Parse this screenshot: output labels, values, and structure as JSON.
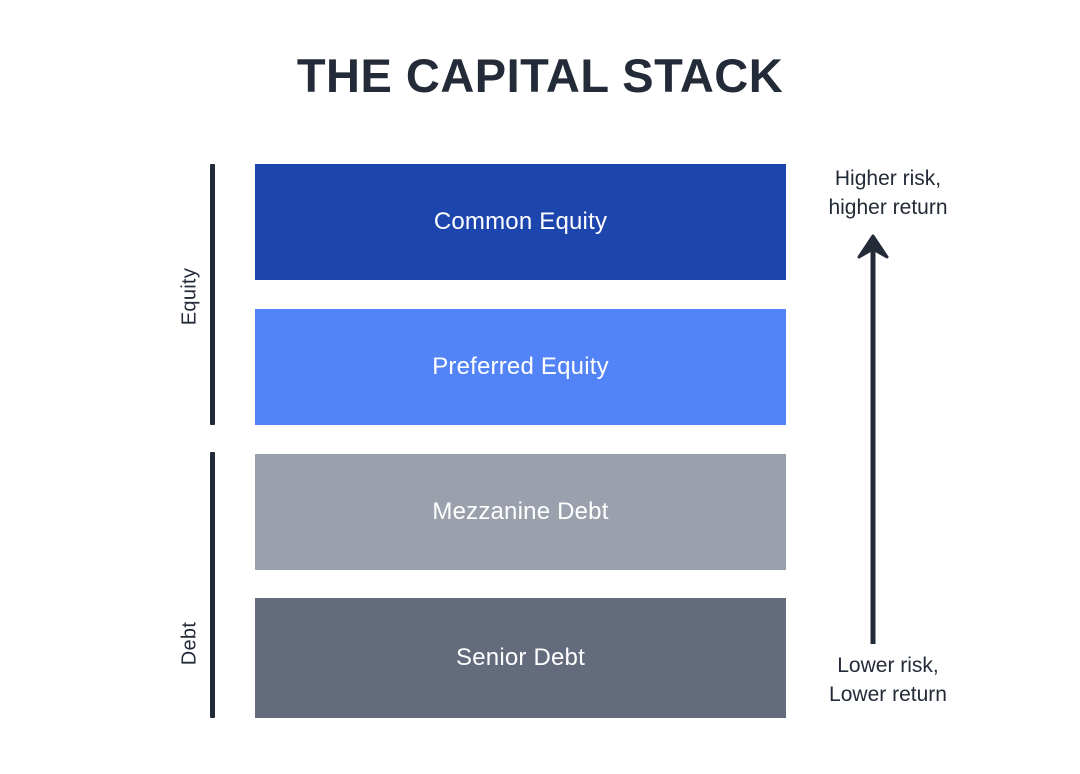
{
  "title": "THE CAPITAL STACK",
  "colors": {
    "text_dark": "#242B38",
    "common_equity": "#1C46AE",
    "preferred_equity": "#5283F7",
    "mezzanine_debt": "#9AA0AC",
    "senior_debt": "#646B7C",
    "background": "#FFFFFF",
    "bar_label": "#FFFFFF"
  },
  "chart_data": {
    "type": "bar",
    "title": "THE CAPITAL STACK",
    "orientation": "stacked-vertical",
    "categories": [
      "Common Equity",
      "Preferred Equity",
      "Mezzanine Debt",
      "Senior Debt"
    ],
    "values": [
      1,
      1,
      1,
      1
    ],
    "colors": [
      "#1C46AE",
      "#5283F7",
      "#9AA0AC",
      "#646B7C"
    ],
    "groups": [
      {
        "name": "Equity",
        "members": [
          "Common Equity",
          "Preferred Equity"
        ]
      },
      {
        "name": "Debt",
        "members": [
          "Mezzanine Debt",
          "Senior Debt"
        ]
      }
    ],
    "annotations": {
      "top": "Higher risk, higher return",
      "bottom": "Lower risk, Lower return",
      "arrow_direction": "up"
    },
    "xlabel": "",
    "ylabel": "",
    "grid": false,
    "legend": "none"
  },
  "stack": {
    "layers": [
      {
        "label": "Common Equity"
      },
      {
        "label": "Preferred Equity"
      },
      {
        "label": "Mezzanine Debt"
      },
      {
        "label": "Senior Debt"
      }
    ]
  },
  "groups": {
    "equity_label": "Equity",
    "debt_label": "Debt"
  },
  "risk_scale": {
    "top_line_1": "Higher risk,",
    "top_line_2": "higher return",
    "bottom_line_1": "Lower risk,",
    "bottom_line_2": "Lower return"
  }
}
